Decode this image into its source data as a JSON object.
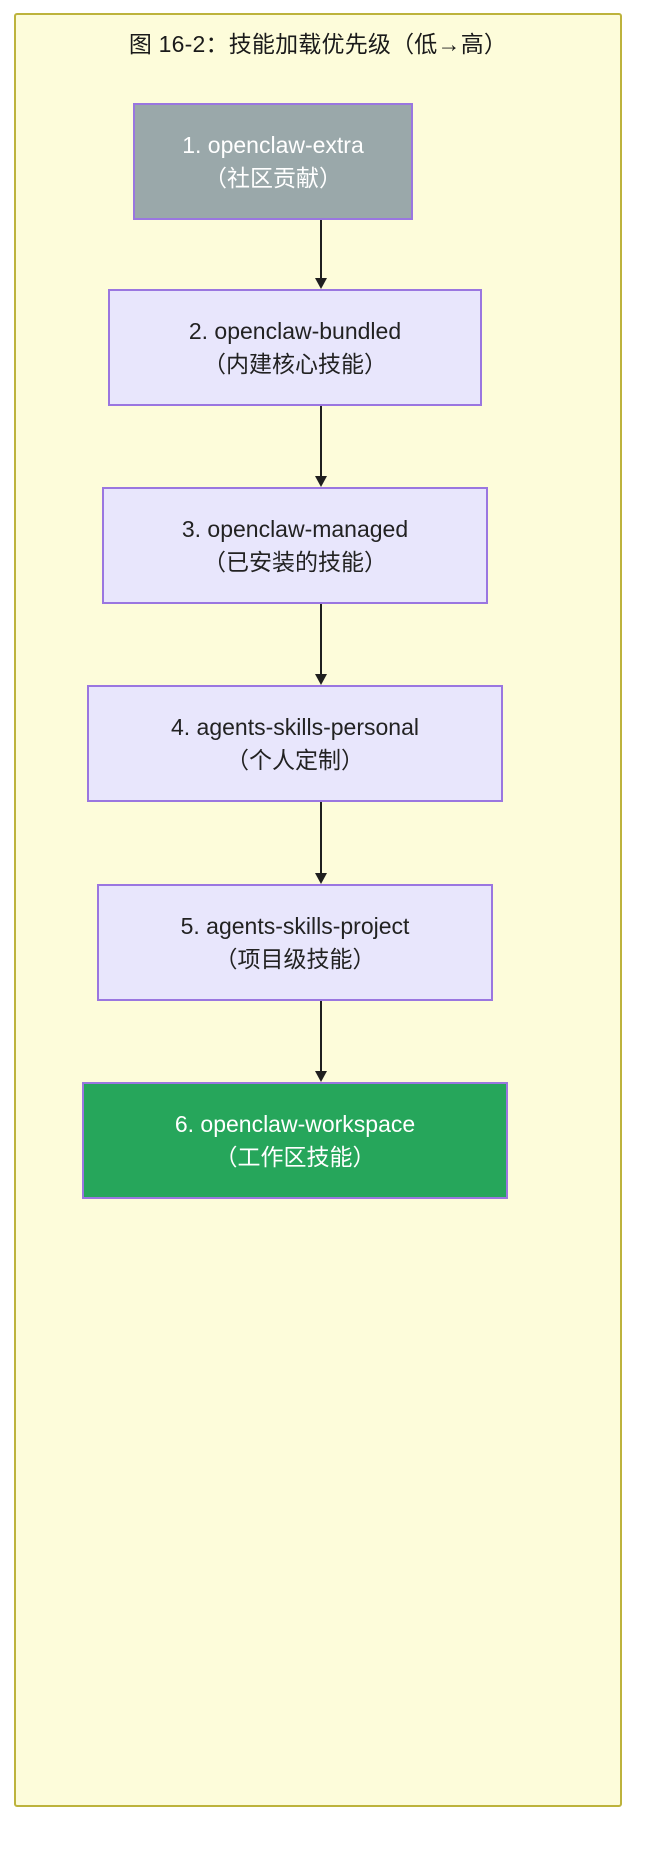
{
  "figure": {
    "title": "图 16-2：技能加载优先级（低→高）",
    "frame_background": "#fdfcda",
    "frame_border_color": "#bdb33c"
  },
  "chart_data": {
    "type": "diagram",
    "diagram_kind": "flowchart",
    "direction": "top-to-bottom",
    "title": "图 16-2：技能加载优先级（低→高）",
    "description": "技能加载优先级从低到高的顺序链，共 6 个节点，依次由上至下箭头连接。",
    "node_count": 6,
    "edge_count": 5,
    "nodes": [
      {
        "id": "n1",
        "order": 1,
        "label": "1. openclaw-extra",
        "sublabel": "（社区贡献）",
        "style": "muted",
        "fill": "#9aa8aa",
        "stroke": "#9a76e0",
        "text_color": "#ffffff",
        "priority": "lowest"
      },
      {
        "id": "n2",
        "order": 2,
        "label": "2. openclaw-bundled",
        "sublabel": "（内建核心技能）",
        "style": "default",
        "fill": "#e8e6fc",
        "stroke": "#9a76e0",
        "text_color": "#222222",
        "priority": "low"
      },
      {
        "id": "n3",
        "order": 3,
        "label": "3. openclaw-managed",
        "sublabel": "（已安装的技能）",
        "style": "default",
        "fill": "#e8e6fc",
        "stroke": "#9a76e0",
        "text_color": "#222222",
        "priority": "medium-low"
      },
      {
        "id": "n4",
        "order": 4,
        "label": "4. agents-skills-personal",
        "sublabel": "（个人定制）",
        "style": "default",
        "fill": "#e8e6fc",
        "stroke": "#9a76e0",
        "text_color": "#222222",
        "priority": "medium"
      },
      {
        "id": "n5",
        "order": 5,
        "label": "5. agents-skills-project",
        "sublabel": "（项目级技能）",
        "style": "default",
        "fill": "#e8e6fc",
        "stroke": "#9a76e0",
        "text_color": "#222222",
        "priority": "high"
      },
      {
        "id": "n6",
        "order": 6,
        "label": "6. openclaw-workspace",
        "sublabel": "（工作区技能）",
        "style": "highlight",
        "fill": "#26a65b",
        "stroke": "#9a76e0",
        "text_color": "#ffffff",
        "priority": "highest"
      }
    ],
    "edges": [
      {
        "from": "n1",
        "to": "n2",
        "label": ""
      },
      {
        "from": "n2",
        "to": "n3",
        "label": ""
      },
      {
        "from": "n3",
        "to": "n4",
        "label": ""
      },
      {
        "from": "n4",
        "to": "n5",
        "label": ""
      },
      {
        "from": "n5",
        "to": "n6",
        "label": ""
      }
    ],
    "legend": [],
    "annotations": []
  }
}
